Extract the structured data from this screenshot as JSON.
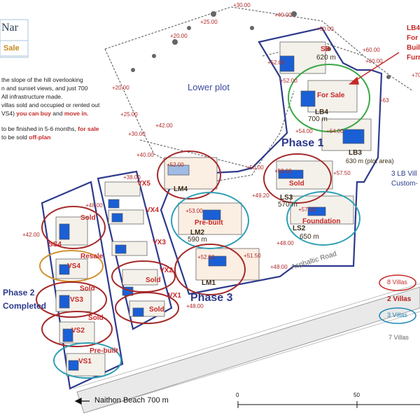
{
  "header": {
    "logo_text": "Nar",
    "sale_badge": "Sale"
  },
  "intro": {
    "lines": [
      "the slope of the hill overlooking",
      "n and sunset views, and just 700",
      "All infrastructure made.",
      "villas sold and occupied or rented out",
      "VS4)",
      "to be finished in 5-6 months,",
      "to be sold"
    ],
    "emph": [
      "you can buy",
      "and",
      "move in.",
      "for sale",
      "off-plan"
    ]
  },
  "plots": {
    "lower_plot": "Lower plot",
    "phase1": "Phase 1",
    "phase2": "Phase 2",
    "phase2_status": "Completed",
    "phase3": "Phase 3",
    "road": "Asphaltic Road",
    "beach": "Naithon Beach 700 m",
    "lb_villas": "3 LB Vill",
    "custom": "Custom-"
  },
  "lb4_note": [
    "LB4",
    "For",
    "Buil",
    "Furr"
  ],
  "elevations": [
    "+30.00",
    "+40.00",
    "+25.00",
    "+20.00",
    "+50.00",
    "+20.00",
    "+52.00",
    "+60.00",
    "+52.00",
    "+60.00",
    "+70",
    "+25.00",
    "+63",
    "+42.00",
    "+30.00",
    "+54.00",
    "+64.00",
    "+40.00",
    "+52.00",
    "+50.00",
    "+58.00",
    "+57.50",
    "+38.00",
    "+49.20",
    "+57.50",
    "+48.00",
    "+53.00",
    "+42.00",
    "+48.00",
    "+52.50",
    "+51.50",
    "+48.00",
    "+48.00"
  ],
  "villas": {
    "sb": {
      "code": "SB",
      "area": "620 m"
    },
    "lb4": {
      "code": "LB4",
      "area": "700 m",
      "status": "For Sale"
    },
    "lb3": {
      "code": "LB3",
      "area": "630 m (plot area)"
    },
    "ls3": {
      "code": "LS3",
      "area": "570 m",
      "status": "Sold"
    },
    "ls2": {
      "code": "LS2",
      "area": "650 m",
      "status": "Foundation"
    },
    "lm4": {
      "code": "LM4"
    },
    "lm2": {
      "code": "LM2",
      "area": "590 m",
      "status": "Pre-built"
    },
    "lm1": {
      "code": "LM1"
    },
    "vx5": {
      "code": "VX5"
    },
    "vx4": {
      "code": "VX4"
    },
    "vx3": {
      "code": "VX3"
    },
    "vx2": {
      "code": "VX2",
      "status": "Sold"
    },
    "vx1": {
      "code": "VX1",
      "status": "Sold"
    },
    "ss4": {
      "code": "SS4",
      "status": "Sold"
    },
    "vs4": {
      "code": "VS4",
      "status": "Resale"
    },
    "vs3": {
      "code": "VS3",
      "status": "Sold"
    },
    "vs2": {
      "code": "VS2",
      "status": "Sold"
    },
    "vs1": {
      "code": "VS1",
      "status": "Pre-built"
    }
  },
  "legend": {
    "items": [
      {
        "label": "8 Villas",
        "color": "#c62828"
      },
      {
        "label": "2 Villas",
        "color": "#b71c1c"
      },
      {
        "label": "3 Villas",
        "color": "#1e88b4"
      },
      {
        "label": "7 Villas",
        "color": "#666666"
      }
    ]
  },
  "scale": {
    "labels": [
      "0",
      "50"
    ]
  },
  "colors": {
    "phase_blue": "#2d3a8c",
    "sold_red": "#a52a2a",
    "green": "#3aa845",
    "teal": "#2f9fb5",
    "pool": "#1a5fd6"
  }
}
